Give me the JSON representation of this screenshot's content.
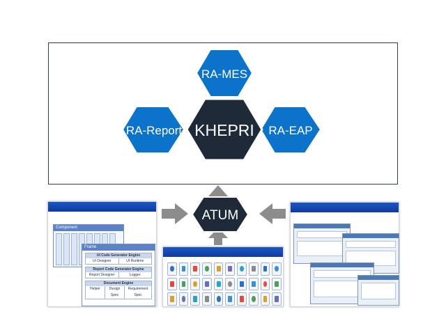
{
  "top": {
    "center_hex": {
      "label": "KHEPRI",
      "color": "#1f2a38"
    },
    "top_hex": {
      "label": "RA-MES",
      "color": "#0b73c9"
    },
    "left_hex": {
      "label": "RA-Report",
      "color": "#0b73c9"
    },
    "right_hex": {
      "label": "RA-EAP",
      "color": "#0b73c9"
    }
  },
  "core": {
    "label": "ATUM",
    "color": "#1f2a38"
  },
  "arrow_color": "#8c8c8c",
  "left_panel": {
    "component_title": "Component",
    "frame_title": "Frame",
    "ui_engine": "UI Code Generator Engine",
    "ui_designer": "UI Designer",
    "ui_runtime": "UI Runtime",
    "report_engine": "Report Code Generator Engine",
    "report_designer": "Report Designer",
    "logger": "Logger",
    "document_engine": "Document Engine",
    "helper": "Helper",
    "design_spec": "Design Spec",
    "requirement_spec": "Requirement Spec"
  }
}
